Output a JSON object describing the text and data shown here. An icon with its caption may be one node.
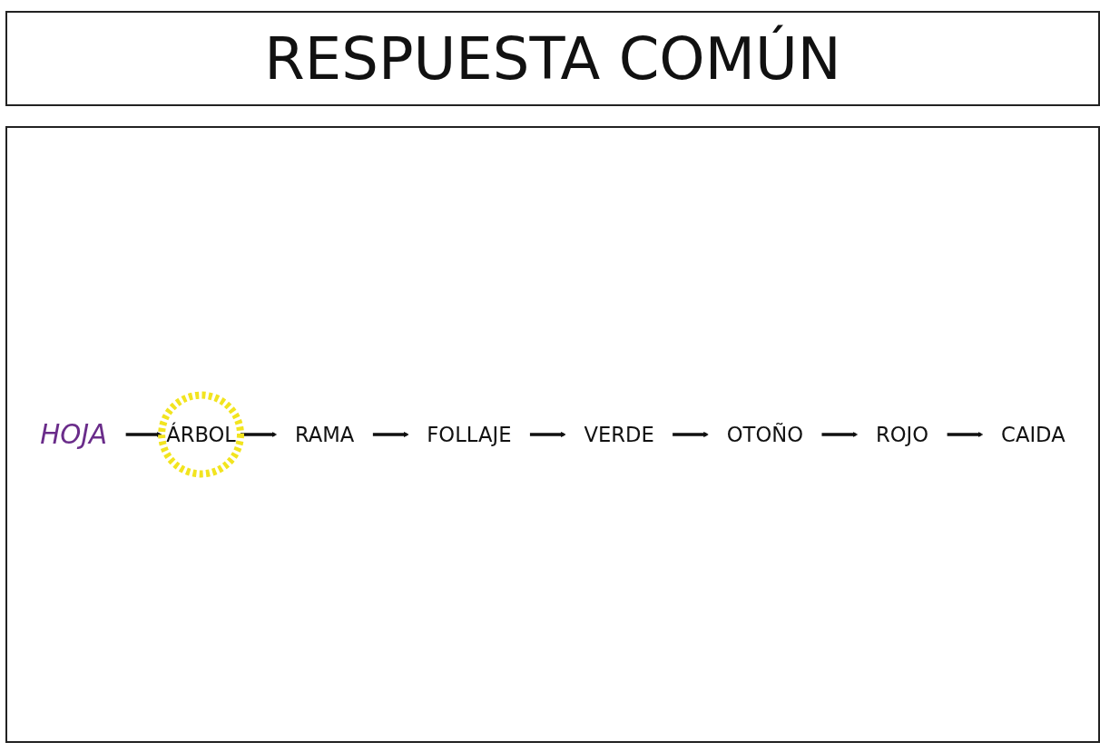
{
  "diagram": {
    "title": "RESPUESTA COMÚN",
    "nodes": [
      {
        "text": [
          "HOJA"
        ]
      },
      {
        "text": [
          "ÁRBOL"
        ]
      },
      {
        "text": [
          "RAMA"
        ]
      },
      {
        "text": [
          "FOLLAJE"
        ]
      },
      {
        "text": [
          "VERDE"
        ]
      },
      {
        "text": [
          "OTOÑO"
        ]
      },
      {
        "text": [
          "ROJO"
        ]
      },
      {
        "text": [
          "CAIDA"
        ]
      }
    ],
    "edges": [
      {
        "from": 0,
        "to": 1,
        "arrow": "to"
      },
      {
        "from": 1,
        "to": 2,
        "arrow": "to"
      },
      {
        "from": 2,
        "to": 3,
        "arrow": "to"
      },
      {
        "from": 3,
        "to": 4,
        "arrow": "to"
      },
      {
        "from": 4,
        "to": 5,
        "arrow": "to"
      },
      {
        "from": 5,
        "to": 6,
        "arrow": "to"
      },
      {
        "from": 6,
        "to": 7,
        "arrow": "to"
      }
    ]
  }
}
